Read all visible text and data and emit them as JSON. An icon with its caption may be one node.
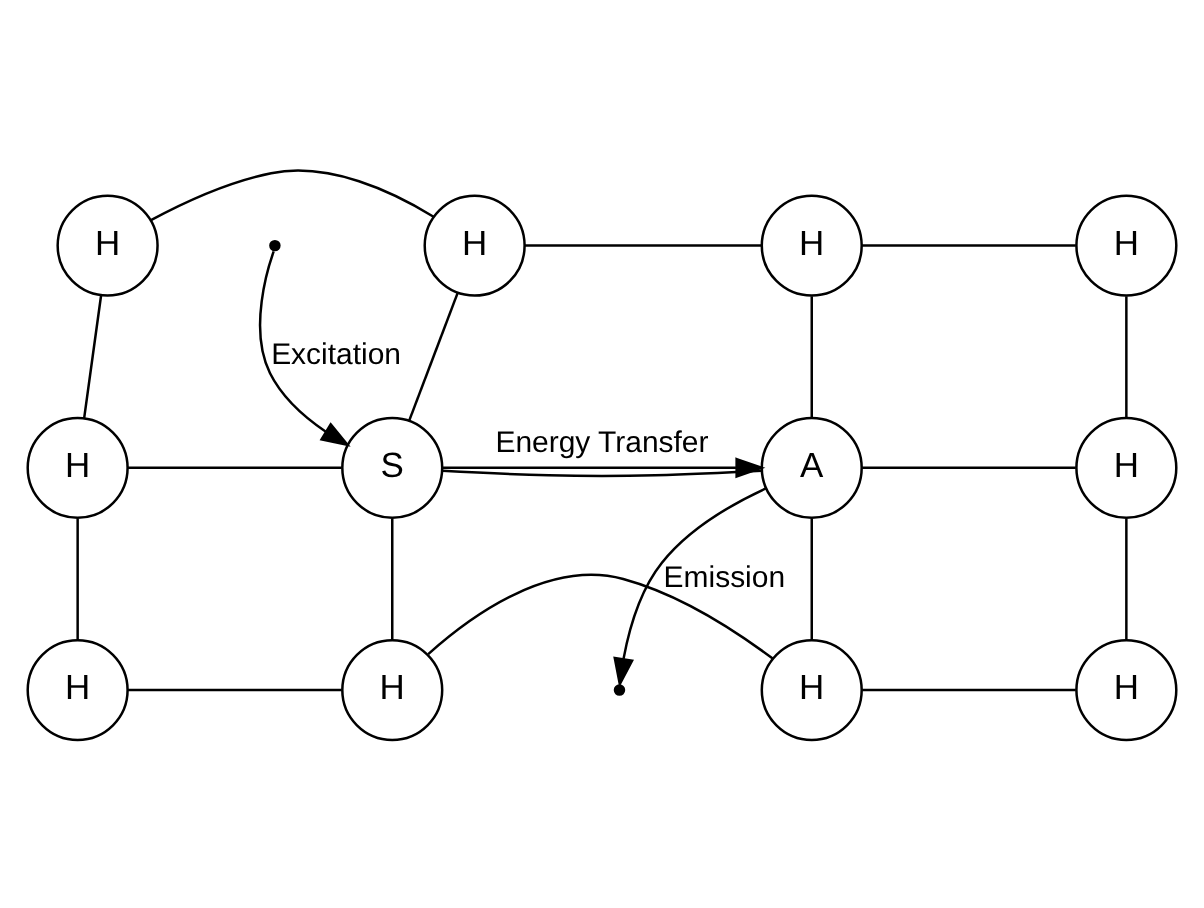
{
  "diagram": {
    "nodes": [
      {
        "text": [
          "H"
        ]
      },
      {
        "text": [
          "H"
        ]
      },
      {
        "text": [
          "H"
        ]
      },
      {
        "text": [
          "H"
        ]
      },
      {
        "text": [
          "H"
        ]
      },
      {
        "text": [
          "S"
        ]
      },
      {
        "text": [
          "A"
        ]
      },
      {
        "text": [
          "H"
        ]
      },
      {
        "text": [
          "H"
        ]
      },
      {
        "text": [
          "H"
        ]
      },
      {
        "text": [
          "H"
        ]
      },
      {
        "text": [
          "H"
        ]
      }
    ],
    "edges": [
      {
        "from": 0,
        "to": 1,
        "arrow": "none"
      },
      {
        "from": 1,
        "to": 2,
        "arrow": "none"
      },
      {
        "from": 2,
        "to": 3,
        "arrow": "none"
      },
      {
        "from": 4,
        "to": 5,
        "arrow": "none"
      },
      {
        "from": 5,
        "to": 6,
        "arrow": "none"
      },
      {
        "from": 6,
        "to": 7,
        "arrow": "none"
      },
      {
        "from": 8,
        "to": 9,
        "arrow": "none"
      },
      {
        "from": 9,
        "to": 10,
        "arrow": "none"
      },
      {
        "from": 10,
        "to": 11,
        "arrow": "none"
      },
      {
        "from": 0,
        "to": 4,
        "arrow": "none"
      },
      {
        "from": 4,
        "to": 8,
        "arrow": "none"
      },
      {
        "from": 1,
        "to": 5,
        "arrow": "none"
      },
      {
        "from": 5,
        "to": 9,
        "arrow": "none"
      },
      {
        "from": 2,
        "to": 6,
        "arrow": "none"
      },
      {
        "from": 6,
        "to": 10,
        "arrow": "none"
      },
      {
        "from": 3,
        "to": 7,
        "arrow": "none"
      },
      {
        "from": 7,
        "to": 11,
        "arrow": "none"
      },
      {
        "from": 5,
        "to": 6,
        "arrow": "to",
        "label": "Energy Transfer"
      },
      {
        "from": null,
        "to": 5,
        "arrow": "to",
        "label": "Excitation"
      },
      {
        "from": 6,
        "to": null,
        "arrow": "to",
        "label": "Emission"
      }
    ]
  }
}
